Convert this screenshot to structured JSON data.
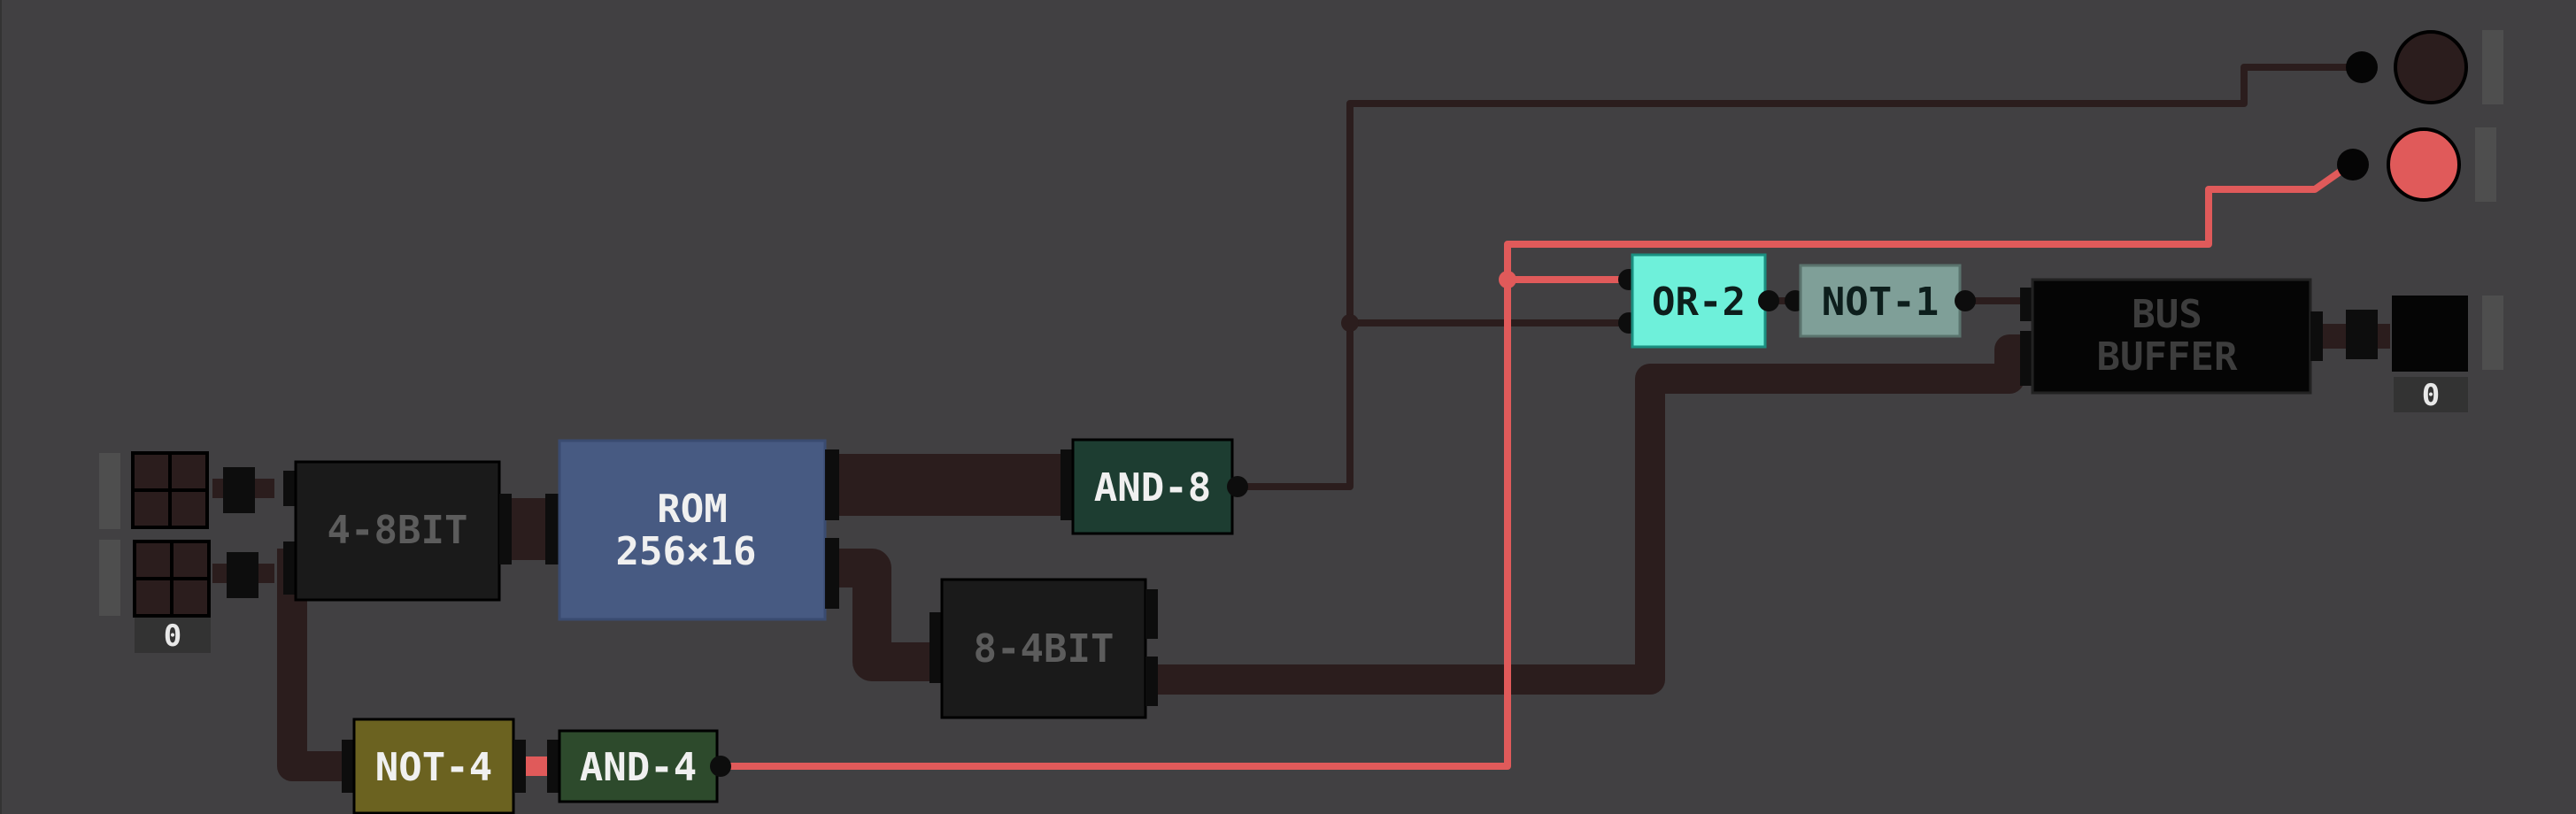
{
  "canvas": {
    "background": "#414042"
  },
  "colors": {
    "wire_off": "#2b1d1d",
    "wire_on": "#e05a5a",
    "pin": "#111111",
    "bus_off": "#2b1d1d"
  },
  "components": {
    "rom": {
      "line1": "ROM",
      "line2": "256×16",
      "color": "#475a82"
    },
    "splitter_4_8": {
      "label": "4-8BIT",
      "color": "#1a1a1a"
    },
    "splitter_8_4": {
      "label": "8-4BIT",
      "color": "#1a1a1a"
    },
    "and8": {
      "label": "AND-8",
      "color": "#1d3d31"
    },
    "and4": {
      "label": "AND-4",
      "color": "#2d4a2c"
    },
    "not4": {
      "label": "NOT-4",
      "color": "#6b6220"
    },
    "or2": {
      "label": "OR-2",
      "color": "#6ef0da"
    },
    "not1": {
      "label": "NOT-1",
      "color": "#7f9f98"
    },
    "bus_buffer": {
      "line1": "BUS",
      "line2": "BUFFER",
      "color": "#050505"
    }
  },
  "inputs": {
    "input_a": {
      "value": "0"
    },
    "input_b": {
      "value": "0"
    }
  },
  "outputs": {
    "led_top": {
      "state": "off",
      "color": "#2b1d1d"
    },
    "led_bottom": {
      "state": "on",
      "color": "#e05a5a"
    },
    "bus_output": {
      "value": "0"
    }
  }
}
